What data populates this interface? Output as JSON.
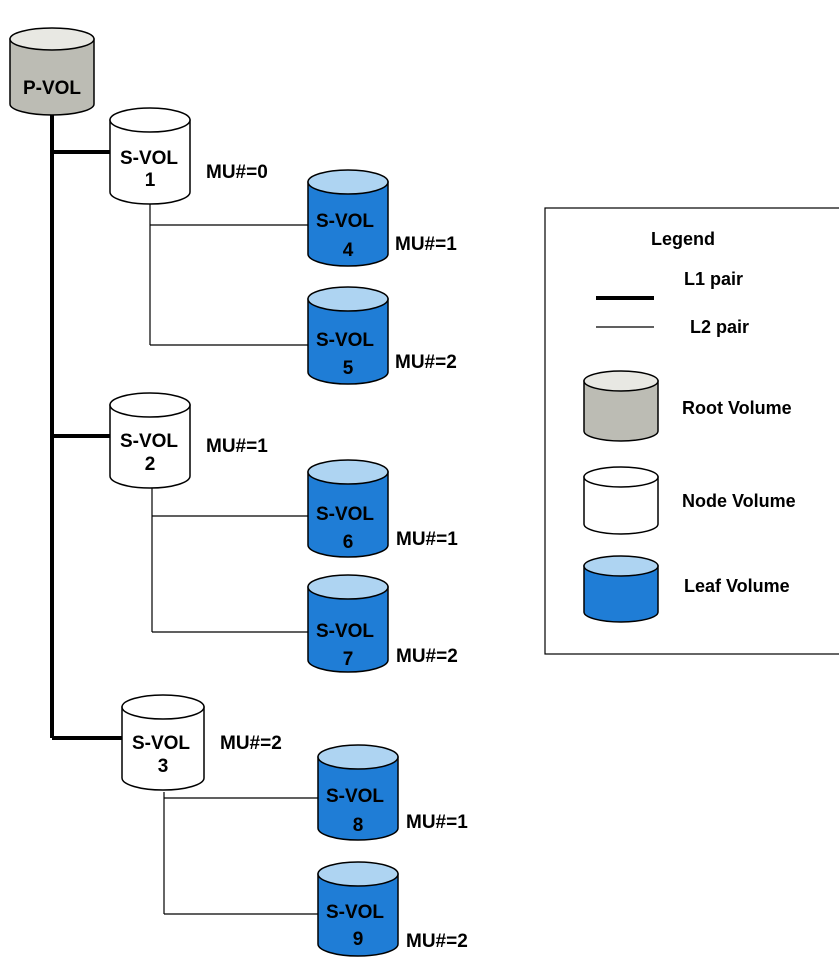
{
  "colors": {
    "root_body": "#bcbcb4",
    "root_top": "#e8e8e3",
    "node_body": "#ffffff",
    "node_top": "#ffffff",
    "leaf_body": "#1f7dd6",
    "leaf_top": "#aed4f2",
    "stroke": "#000000"
  },
  "root": {
    "line1": "P-VOL",
    "line2": ""
  },
  "nodes": [
    {
      "line1": "S-VOL",
      "line2": "1",
      "mu": "MU#=0"
    },
    {
      "line1": "S-VOL",
      "line2": "2",
      "mu": "MU#=1"
    },
    {
      "line1": "S-VOL",
      "line2": "3",
      "mu": "MU#=2"
    }
  ],
  "leaves": [
    {
      "line1": "S-VOL",
      "line2": "4",
      "mu": "MU#=1"
    },
    {
      "line1": "S-VOL",
      "line2": "5",
      "mu": "MU#=2"
    },
    {
      "line1": "S-VOL",
      "line2": "6",
      "mu": "MU#=1"
    },
    {
      "line1": "S-VOL",
      "line2": "7",
      "mu": "MU#=2"
    },
    {
      "line1": "S-VOL",
      "line2": "8",
      "mu": "MU#=1"
    },
    {
      "line1": "S-VOL",
      "line2": "9",
      "mu": "MU#=2"
    }
  ],
  "legend": {
    "title": "Legend",
    "l1_pair": "L1 pair",
    "l2_pair": "L2 pair",
    "root_volume": "Root Volume",
    "node_volume": "Node Volume",
    "leaf_volume": "Leaf Volume"
  }
}
